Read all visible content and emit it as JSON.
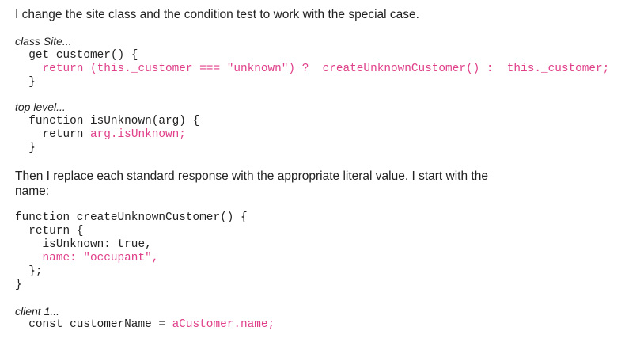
{
  "intro": "I change the site class and the condition test to work with the special case.",
  "block1": {
    "label": "class Site...",
    "lines": [
      {
        "plain": "  get customer() {",
        "hl": ""
      },
      {
        "plain": "    ",
        "hl": "return (this._customer === \"unknown\") ?  createUnknownCustomer() :  this._customer;"
      },
      {
        "plain": "  }",
        "hl": ""
      }
    ]
  },
  "block2": {
    "label": "top level...",
    "lines": [
      {
        "plain": "  function isUnknown(arg) {",
        "hl": ""
      },
      {
        "plain": "    return ",
        "hl": "arg.isUnknown;"
      },
      {
        "plain": "  }",
        "hl": ""
      }
    ]
  },
  "paragraph2": {
    "line1": "Then I replace each standard response with the appropriate literal value. I start with the",
    "line2": "name:"
  },
  "block3": {
    "lines": [
      {
        "plain": "function createUnknownCustomer() {",
        "hl": ""
      },
      {
        "plain": "  return {",
        "hl": ""
      },
      {
        "plain": "    isUnknown: true,",
        "hl": ""
      },
      {
        "plain": "    ",
        "hl": "name: \"occupant\","
      },
      {
        "plain": "  };",
        "hl": ""
      },
      {
        "plain": "}",
        "hl": ""
      }
    ]
  },
  "block4": {
    "label": "client 1...",
    "lines": [
      {
        "plain": "  const customerName = ",
        "hl": "aCustomer.name;"
      }
    ]
  },
  "colors": {
    "highlight": "#e0408a",
    "text": "#222222"
  }
}
